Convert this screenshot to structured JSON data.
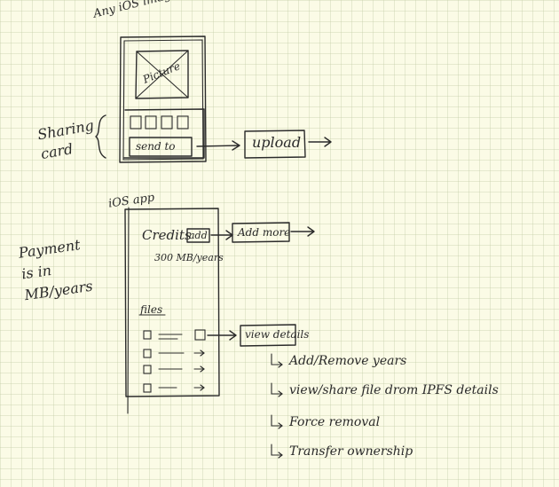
{
  "sharing_flow": {
    "app_label": "Any iOS image app",
    "picture_label": "Picture",
    "sharing_card_label": "Sharing card",
    "send_to_label": "send to",
    "upload_label": "upload"
  },
  "payment_flow": {
    "app_label": "iOS app",
    "credits_label": "Credits",
    "add_label": "add",
    "add_more_label": "Add more",
    "credit_amount": "300 MB/years",
    "payment_note": "Payment is in MB/years",
    "files_label": "files",
    "view_details_label": "view details",
    "detail_options": [
      "Add/Remove years",
      "view/share file drom IPFS details",
      "Force removal",
      "Transfer ownership"
    ]
  }
}
